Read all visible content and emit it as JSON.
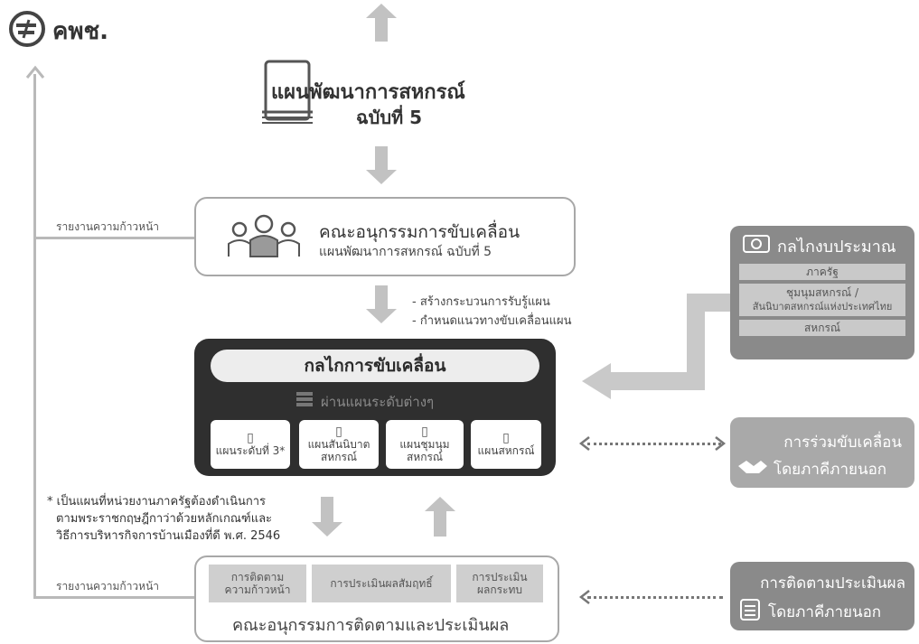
{
  "logo": {
    "text": "คพช."
  },
  "plan": {
    "line1": "แผนพัฒนาการสหกรณ์",
    "line2": "ฉบับที่ 5"
  },
  "report_top": "รายงานความก้าวหน้า",
  "report_bottom": "รายงานความก้าวหน้า",
  "committee": {
    "line1": "คณะอนุกรรมการขับเคลื่อน",
    "line2": "แผนพัฒนาการสหกรณ์ ฉบับที่ 5"
  },
  "actions": [
    "- สร้างกระบวนการรับรู้แผน",
    "- กำหนดแนวทางขับเคลื่อนแผน"
  ],
  "mechanism": {
    "title": "กลไกการขับเคลื่อน",
    "subtitle": "ผ่านแผนระดับต่างๆ",
    "plans": [
      {
        "line1": "แผนระดับที่ 3*",
        "line2": ""
      },
      {
        "line1": "แผนสันนิบาต",
        "line2": "สหกรณ์"
      },
      {
        "line1": "แผนชุมนุม",
        "line2": "สหกรณ์"
      },
      {
        "line1": "แผนสหกรณ์",
        "line2": ""
      }
    ]
  },
  "budget": {
    "title": "กลไกงบประมาณ",
    "items": [
      "ภาครัฐ",
      "ชุมนุมสหกรณ์ /",
      "สันนิบาตสหกรณ์แห่งประเทศไทย",
      "สหกรณ์"
    ]
  },
  "external_drive": {
    "line1": "การร่วมขับเคลื่อน",
    "line2": "โดยภาคีภายนอก"
  },
  "external_eval": {
    "line1": "การติดตามประเมินผล",
    "line2": "โดยภาคีภายนอก"
  },
  "footnote": [
    "* เป็นแผนที่หน่วยงานภาครัฐต้องดำเนินการ",
    "ตามพระราชกฤษฎีกาว่าด้วยหลักเกณฑ์และ",
    "วิธีการบริหารกิจการบ้านเมืองที่ดี พ.ศ. 2546"
  ],
  "evaluation": {
    "cells": [
      {
        "line1": "การติดตาม",
        "line2": "ความก้าวหน้า"
      },
      {
        "line1": "การประเมินผลสัมฤทธิ์",
        "line2": ""
      },
      {
        "line1": "การประเมิน",
        "line2": "ผลกระทบ"
      }
    ],
    "title": "คณะอนุกรรมการติดตามและประเมินผล"
  },
  "colors": {
    "dark_panel": "#2f2f2f",
    "grey_block": "#8a8a8a",
    "light_block": "#a9a9a9",
    "arrow": "#b9b9b9"
  }
}
